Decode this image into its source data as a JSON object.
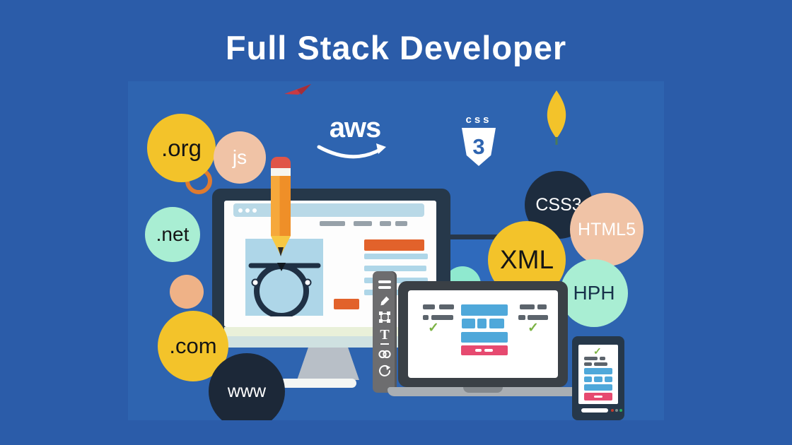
{
  "title": "Full Stack Developer",
  "badges": {
    "org": ".org",
    "js": "js",
    "net": ".net",
    "com": ".com",
    "www": "www",
    "css3": "CSS3",
    "html5": "HTML5",
    "xml": "XML",
    "hph": "HPH"
  },
  "logos": {
    "aws": "aws",
    "css_badge_word": "css",
    "css_badge_number": "3"
  },
  "toolbar": {
    "text_tool_label": "T"
  },
  "palette": {
    "bg": "#2b5ca9",
    "canvas": "#2e64b0",
    "yellow": "#f3c32a",
    "peach": "#f0c3a6",
    "peach-deep": "#efb287",
    "mint": "#a9eed3",
    "navy": "#1c2a3b",
    "orange": "#e2622b",
    "blue-block": "#4fa8da",
    "blue-light": "#b4d7e6",
    "pink": "#e64a70",
    "green": "#7cb344",
    "toolgray": "#6d6d6f"
  }
}
